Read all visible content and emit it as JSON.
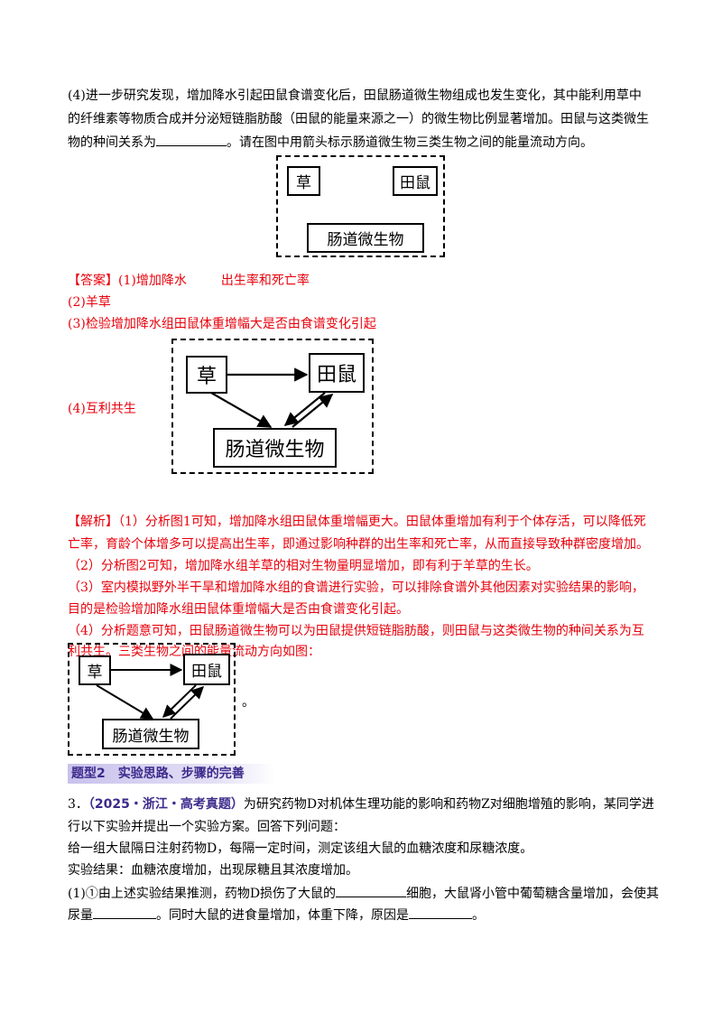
{
  "q4_question": {
    "line1": "(4)进一步研究发现，增加降水引起田鼠食谱变化后，田鼠肠道微生物组成也发生变化，其中能利用草中",
    "line2": "的纤维素等物质合成并分泌短链脂肪酸（田鼠的能量来源之一）的微生物比例显著增加。田鼠与这类微生",
    "line3_before": "物的种间关系为",
    "line3_after": "。请在图中用箭头标示肠道微生物三类生物之间的能量流动方向。"
  },
  "diagram_labels": {
    "grass": "草",
    "vole": "田鼠",
    "microbe": "肠道微生物"
  },
  "answer": {
    "line1_prefix": "【答案】(1)增加降水",
    "line1_second": "出生率和死亡率",
    "line2": "(2)羊草",
    "line3": "(3)检验增加降水组田鼠体重增幅大是否由食谱变化引起",
    "line4": "(4)互利共生"
  },
  "analysis": {
    "l1": "【解析】（1）分析图1可知，增加降水组田鼠体重增幅更大。田鼠体重增加有利于个体存活，可以降低死",
    "l2": "亡率，育龄个体增多可以提高出生率，即通过影响种群的出生率和死亡率，从而直接导致种群密度增加。",
    "l3": "（2）分析图2可知，增加降水组羊草的相对生物量明显增加，即有利于羊草的生长。",
    "l4": "（3）室内模拟野外半干旱和增加降水组的食谱进行实验，可以排除食谱外其他因素对实验结果的影响，",
    "l5": "目的是检验增加降水组田鼠体重增幅大是否由食谱变化引起。",
    "l6": "（4）分析题意可知，田鼠肠道微生物可以为田鼠提供短链脂肪酸，则田鼠与这类微生物的种间关系为互",
    "l7": "利共生。三类生物之间的能量流动方向如图：",
    "period": "。"
  },
  "section": {
    "title": "题型2　实验思路、步骤的完善"
  },
  "q3": {
    "number": "3．",
    "source": "（2025・浙江・高考真题）",
    "line1_rest": "为研究药物D对机体生理功能的影响和药物Z对细胞增殖的影响，某同学进",
    "line2": "行以下实验并提出一个实验方案。回答下列问题：",
    "line3": "给一组大鼠隔日注射药物D，每隔一定时间，测定该组大鼠的血糖浓度和尿糖浓度。",
    "line4": "实验结果：血糖浓度增加，出现尿糖且其浓度增加。",
    "line5_a": "(1)①由上述实验结果推测，药物D损伤了大鼠的",
    "line5_b": "细胞，大鼠肾小管中葡萄糖含量增加，会使其",
    "line6_a": "尿量",
    "line6_b": "。同时大鼠的进食量增加，体重下降，原因是",
    "line6_c": "。"
  }
}
